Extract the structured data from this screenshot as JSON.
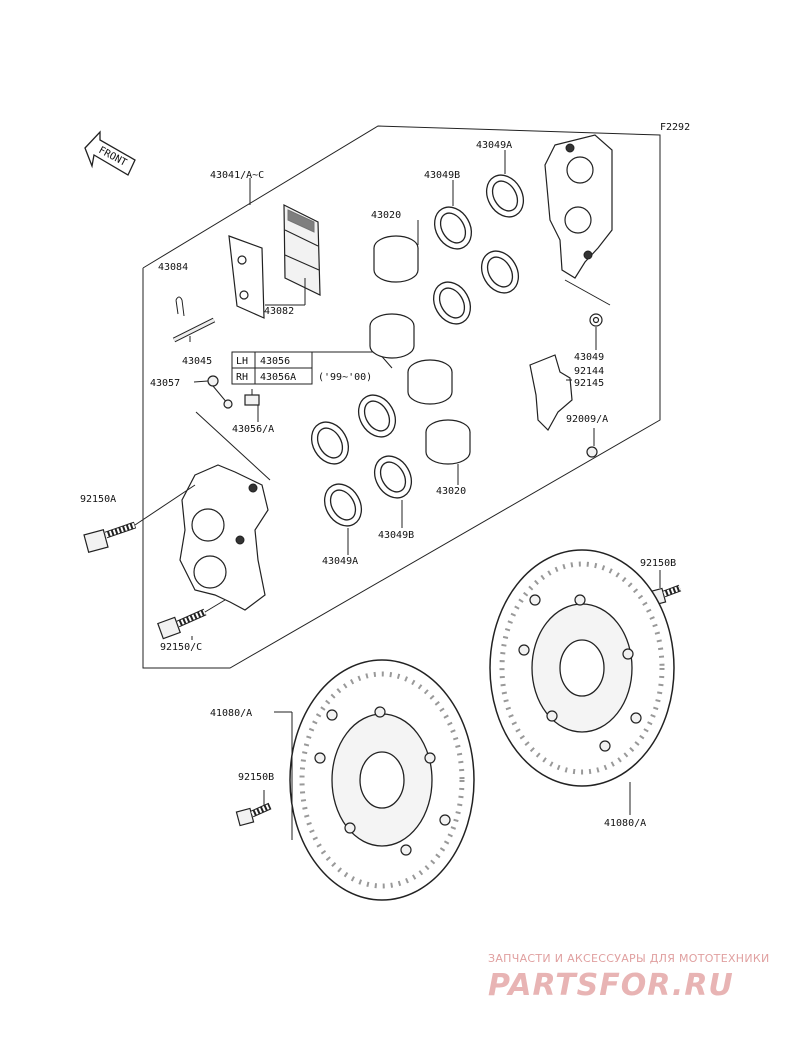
{
  "figure_code": "F2292",
  "front_label": "FRONT",
  "labels": {
    "p43041": "43041/A~C",
    "p43084": "43084",
    "p43082": "43082",
    "p43045": "43045",
    "p43057": "43057",
    "p43056a_sub": "43056/A",
    "p92150a": "92150A",
    "p92150c": "92150/C",
    "p43020_top": "43020",
    "p43020_bot": "43020",
    "p43049b_top": "43049B",
    "p43049b_bot": "43049B",
    "p43049a_top": "43049A",
    "p43049a_bot": "43049A",
    "p43049": "43049",
    "p92144": "92144",
    "p92145": "92145",
    "p92009": "92009/A",
    "p92150b_right": "92150B",
    "p92150b_left": "92150B",
    "p41080_left": "41080/A",
    "p41080_right": "41080/A"
  },
  "side_table": {
    "rows": [
      {
        "side": "LH",
        "part": "43056"
      },
      {
        "side": "RH",
        "part": "43056A"
      }
    ],
    "note": "('99~'00)"
  },
  "watermark": {
    "tagline": "ЗАПЧАСТИ И АКСЕССУАРЫ ДЛЯ МОТОТЕХНИКИ",
    "brand": "PARTSFOR.RU"
  }
}
